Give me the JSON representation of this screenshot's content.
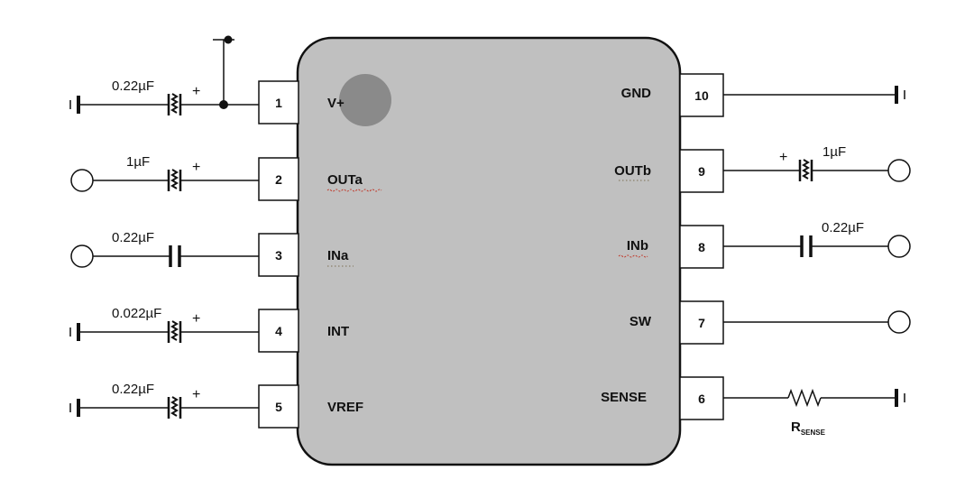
{
  "chip": {
    "body_color": "#c0c0c0",
    "pin1_marker_color": "#888888",
    "left_pins": [
      {
        "num": "1",
        "label": "V+"
      },
      {
        "num": "2",
        "label": "OUTa"
      },
      {
        "num": "3",
        "label": "INa"
      },
      {
        "num": "4",
        "label": "INT"
      },
      {
        "num": "5",
        "label": "VREF"
      }
    ],
    "right_pins": [
      {
        "num": "10",
        "label": "GND"
      },
      {
        "num": "9",
        "label": "OUTb"
      },
      {
        "num": "8",
        "label": "INb"
      },
      {
        "num": "7",
        "label": "SW"
      },
      {
        "num": "6",
        "label": "SENSE"
      }
    ]
  },
  "components": {
    "cap_pin1": "0.22µF",
    "cap_pin2": "1µF",
    "cap_pin3": "0.22µF",
    "cap_pin4": "0.022µF",
    "cap_pin5": "0.22µF",
    "cap_pin9": "1µF",
    "cap_pin8": "0.22µF",
    "plus_sign": "+",
    "resistor_main": "R",
    "resistor_sub": "SENSE"
  }
}
